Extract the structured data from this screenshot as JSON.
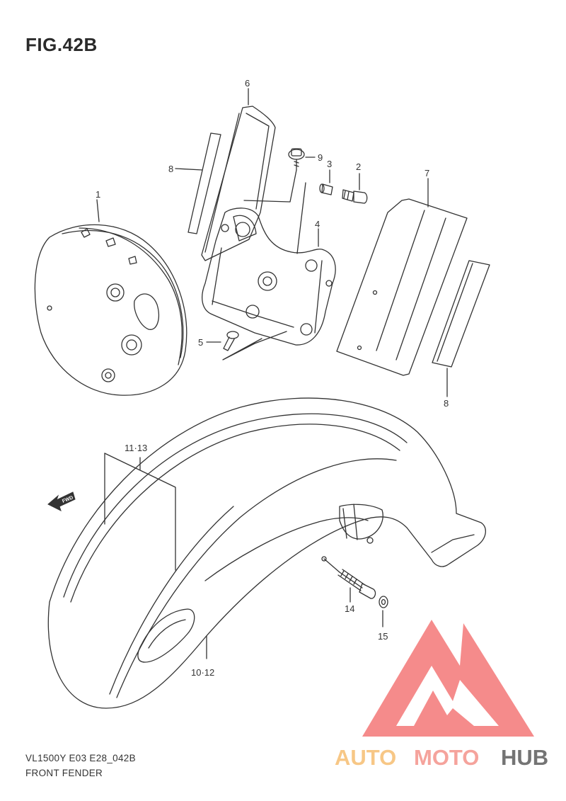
{
  "figure": {
    "title": "FIG.42B",
    "model_line": "VL1500Y E03 E28_042B",
    "section_name": "FRONT FENDER"
  },
  "callouts": {
    "c1": "1",
    "c2": "2",
    "c3": "3",
    "c4": "4",
    "c5": "5",
    "c6": "6",
    "c7": "7",
    "c8a": "8",
    "c8b": "8",
    "c9": "9",
    "c10_12": "10·12",
    "c11_13": "11·13",
    "c14": "14",
    "c15": "15"
  },
  "direction_marker": {
    "label": "FWD",
    "icon": "forward-arrow-icon"
  },
  "watermark": {
    "text_part1": "AUTO",
    "text_part2": "MOTO",
    "text_part3": "HUB",
    "colors": {
      "auto": "#f7c27a",
      "moto": "#f59a92",
      "hub": "#666666",
      "mark": "#f47f7f"
    }
  }
}
